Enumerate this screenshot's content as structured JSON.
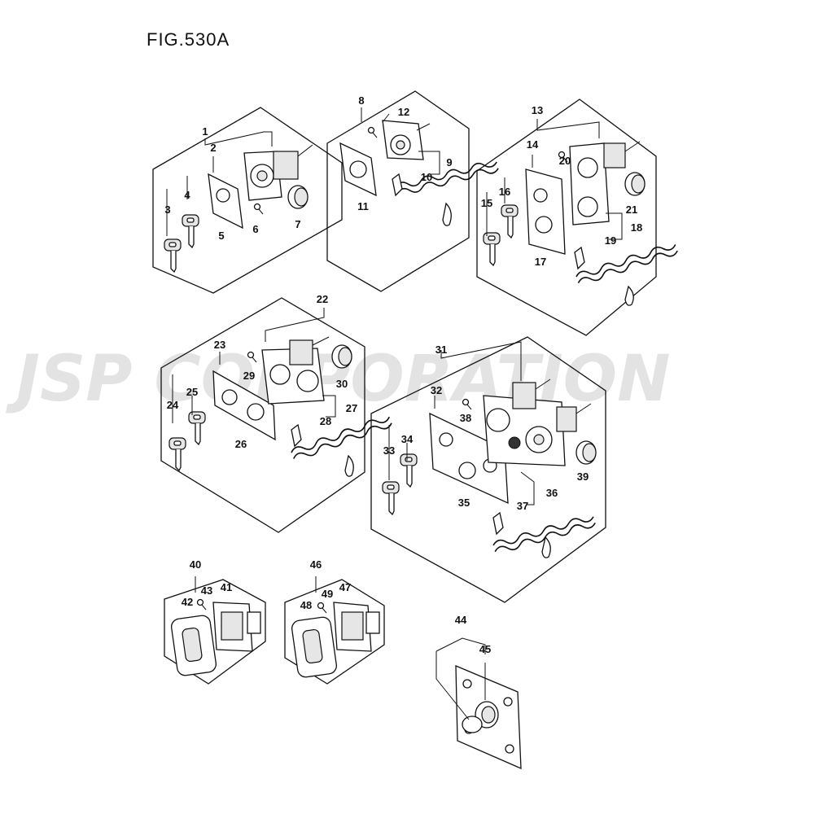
{
  "figure": {
    "title": "FIG.530A",
    "watermark": "JSP CORPORATION"
  },
  "callouts": [
    "1",
    "2",
    "3",
    "4",
    "5",
    "6",
    "7",
    "8",
    "9",
    "10",
    "11",
    "12",
    "13",
    "14",
    "15",
    "16",
    "17",
    "18",
    "19",
    "20",
    "21",
    "22",
    "23",
    "24",
    "25",
    "26",
    "27",
    "28",
    "29",
    "30",
    "31",
    "32",
    "33",
    "34",
    "35",
    "36",
    "37",
    "38",
    "39",
    "40",
    "41",
    "42",
    "43",
    "44",
    "45",
    "46",
    "47",
    "48",
    "49"
  ],
  "colors": {
    "line": "#111111",
    "watermark": "#e3e3e3",
    "background": "#ffffff"
  }
}
